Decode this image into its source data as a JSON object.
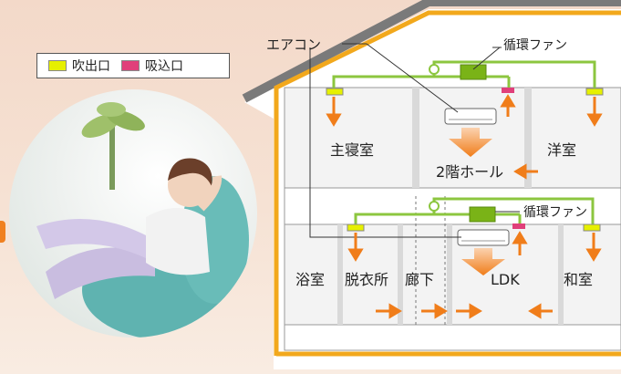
{
  "legend": {
    "outlet_label": "吹出口",
    "inlet_label": "吸込口",
    "outlet_color": "#e6f000",
    "inlet_color": "#e0407a"
  },
  "diagram": {
    "aircon_label": "エアコン",
    "fan_label_top": "循環ファン",
    "fan_label_bottom": "循環ファン",
    "rooms_upper": [
      "主寝室",
      "2階ホール",
      "洋室"
    ],
    "rooms_lower": [
      "浴室",
      "脱衣所",
      "廊下",
      "LDK",
      "和室"
    ]
  },
  "colors": {
    "roof": "#7a7a7a",
    "insulation": "#f2a81c",
    "duct": "#8cc63f",
    "arrow": "#f07d1a",
    "background": "#f3d9c9"
  }
}
